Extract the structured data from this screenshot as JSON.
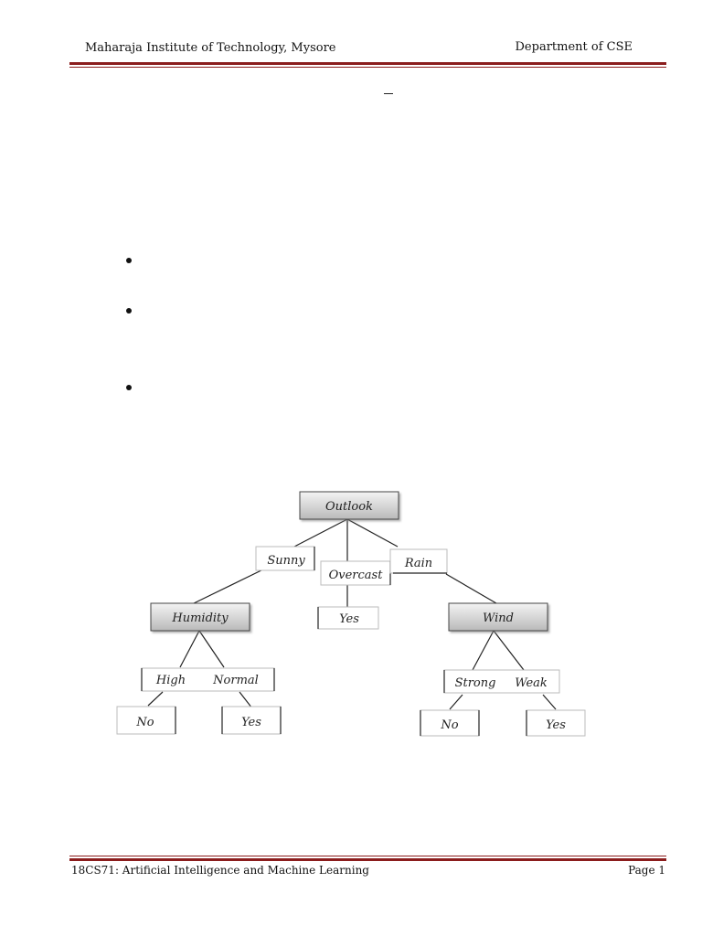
{
  "header": {
    "institute": "Maharaja Institute of Technology, Mysore",
    "department": "Department of CSE"
  },
  "tree": {
    "root": "Outlook",
    "branches": [
      "Sunny",
      "Overcast",
      "Rain"
    ],
    "overcast_leaf": "Yes",
    "left_node": "Humidity",
    "left_values": [
      "High",
      "Normal"
    ],
    "left_leaves": [
      "No",
      "Yes"
    ],
    "right_node": "Wind",
    "right_values": [
      "Strong",
      "Weak"
    ],
    "right_leaves": [
      "No",
      "Yes"
    ]
  },
  "footer": {
    "course": "18CS71: Artificial Intelligence and Machine Learning",
    "page": "Page 1"
  }
}
